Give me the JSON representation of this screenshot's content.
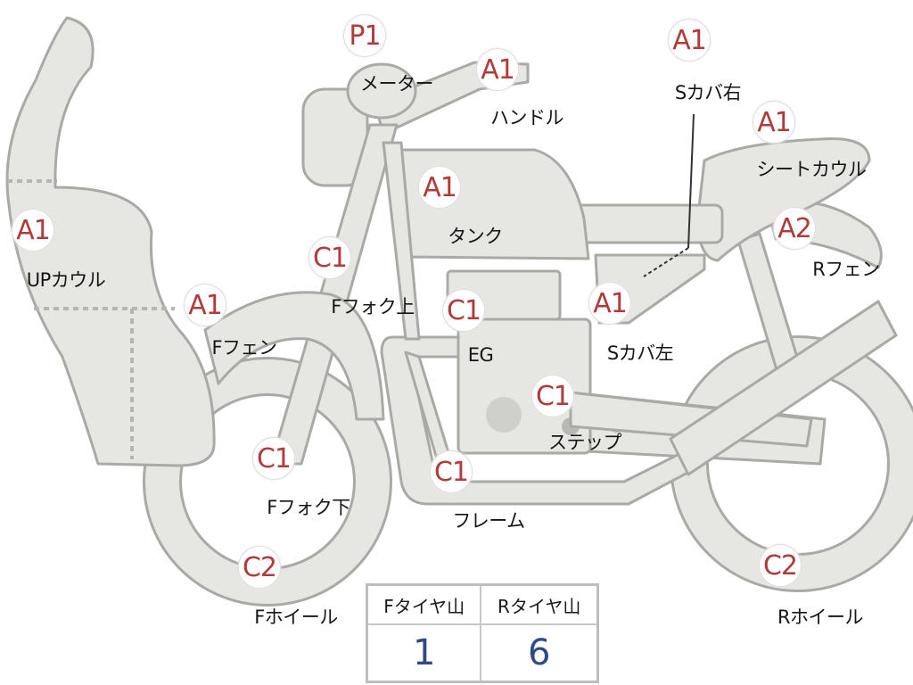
{
  "parts": [
    {
      "key": "meter",
      "grade": "P1",
      "label": "メーター"
    },
    {
      "key": "handle",
      "grade": "A1",
      "label": "ハンドル"
    },
    {
      "key": "scover-right",
      "grade": "A1",
      "label": "Sカバ右"
    },
    {
      "key": "seat-cowl",
      "grade": "A1",
      "label": "シートカウル"
    },
    {
      "key": "tank",
      "grade": "A1",
      "label": "タンク"
    },
    {
      "key": "up-cowl",
      "grade": "A1",
      "label": "UPカウル"
    },
    {
      "key": "r-fender",
      "grade": "A2",
      "label": "Rフェン"
    },
    {
      "key": "f-fork-upper",
      "grade": "C1",
      "label": "Fフォク上"
    },
    {
      "key": "f-fender",
      "grade": "A1",
      "label": "Fフェン"
    },
    {
      "key": "engine",
      "grade": "C1",
      "label": "EG"
    },
    {
      "key": "scover-left",
      "grade": "A1",
      "label": "Sカバ左"
    },
    {
      "key": "step",
      "grade": "C1",
      "label": "ステップ"
    },
    {
      "key": "f-fork-lower",
      "grade": "C1",
      "label": "Fフォク下"
    },
    {
      "key": "frame",
      "grade": "C1",
      "label": "フレーム"
    },
    {
      "key": "f-wheel",
      "grade": "C2",
      "label": "Fホイール"
    },
    {
      "key": "r-wheel",
      "grade": "C2",
      "label": "Rホイール"
    }
  ],
  "tire_table": {
    "headers": [
      "Fタイヤ山",
      "Rタイヤ山"
    ],
    "values": [
      "1",
      "6"
    ]
  },
  "colors": {
    "grade": "#b33a3a",
    "tire_value": "#2f4a8a",
    "part_fill": "#e6e6e3",
    "part_stroke": "#a9a9a6"
  }
}
